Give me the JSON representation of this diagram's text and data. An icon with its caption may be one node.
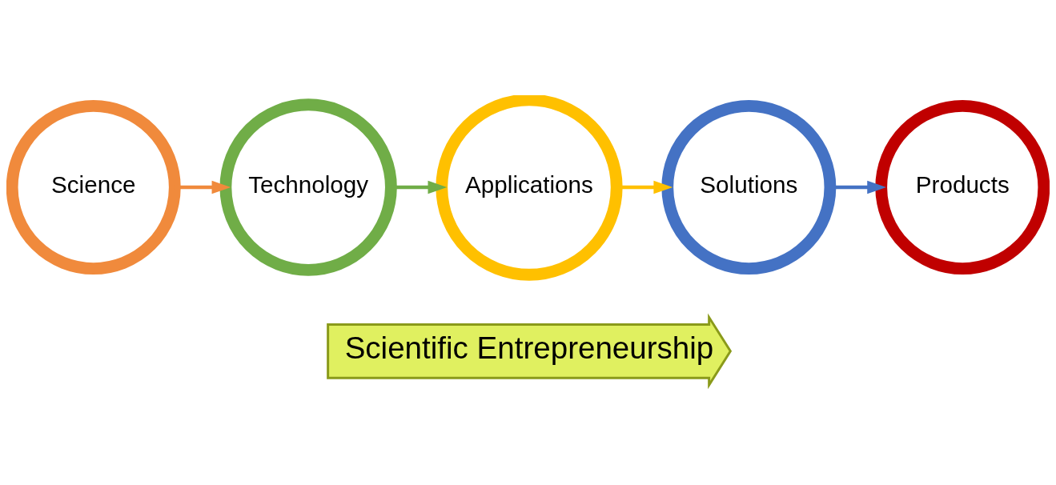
{
  "diagram": {
    "nodes": [
      {
        "text": [
          "Science"
        ]
      },
      {
        "text": [
          "Technology"
        ]
      },
      {
        "text": [
          "Applications"
        ]
      },
      {
        "text": [
          "Solutions"
        ]
      },
      {
        "text": [
          "Products"
        ]
      },
      {
        "text": [
          "Scientific Entrepreneurship"
        ]
      }
    ],
    "edges": [
      {
        "from": 0,
        "to": 1,
        "arrow": "to",
        "color": "#f08a3c"
      },
      {
        "from": 1,
        "to": 2,
        "arrow": "to",
        "color": "#70ad47"
      },
      {
        "from": 2,
        "to": 3,
        "arrow": "to",
        "color": "#ffc000"
      },
      {
        "from": 3,
        "to": 4,
        "arrow": "to",
        "color": "#4472c4"
      }
    ]
  }
}
